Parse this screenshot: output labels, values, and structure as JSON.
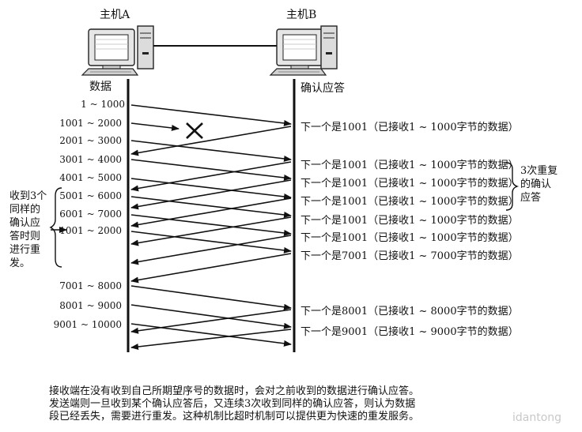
{
  "hosts": {
    "a_label": "主机A",
    "b_label": "主机B"
  },
  "columns": {
    "data_header": "数据",
    "ack_header": "确认应答"
  },
  "segments": [
    "1 ~ 1000",
    "1001 ~ 2000",
    "2001 ~ 3000",
    "3001 ~ 4000",
    "4001 ~ 5000",
    "5001 ~ 6000",
    "6001 ~ 7000",
    "1001 ~ 2000",
    "7001 ~ 8000",
    "8001 ~ 9000",
    "9001 ~ 10000"
  ],
  "acks": [
    "下一个是1001（已接收1 ~ 1000字节的数据）",
    "下一个是1001（已接收1 ~ 1000字节的数据）",
    "下一个是1001（已接收1 ~ 1000字节的数据）",
    "下一个是1001（已接收1 ~ 1000字节的数据）",
    "下一个是1001（已接收1 ~ 1000字节的数据）",
    "下一个是1001（已接收1 ~ 1000字节的数据）",
    "下一个是7001（已接收1 ~ 7000字节的数据）",
    "下一个是8001（已接收1 ~ 8000字节的数据）",
    "下一个是9001（已接收1 ~ 9000字节的数据）"
  ],
  "notes": {
    "retransmit_brace": [
      "3次重复",
      "的确认",
      "应答"
    ],
    "left_brace": [
      "收到3个",
      "同样的",
      "确认应",
      "答时则",
      "进行重",
      "发。"
    ]
  },
  "footer": [
    "接收端在没有收到自己所期望序号的数据时，会对之前收到的数据进行确认应答。",
    "发送端则一旦收到某个确认应答后，又连续3次收到同样的确认应答，则认为数据",
    "段已经丢失，需要进行重发。这种机制比超时机制可以提供更为快速的重发服务。"
  ],
  "watermark": "idantong"
}
